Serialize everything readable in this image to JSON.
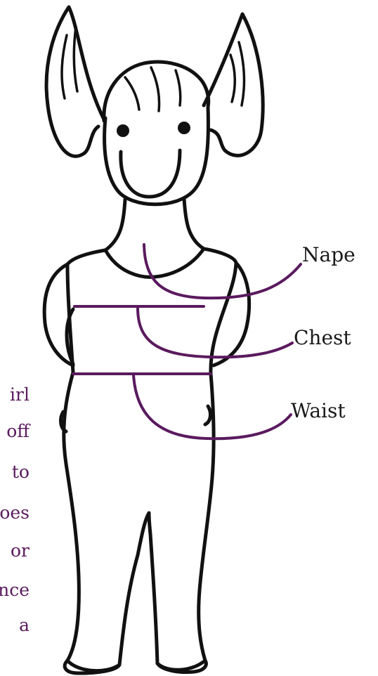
{
  "labels": {
    "nape": "Nape",
    "chest": "Chest",
    "waist": "Waist"
  },
  "side_text_fragments": [
    "irl",
    "off",
    "to",
    "oes",
    "or",
    "nce",
    "a"
  ],
  "colors": {
    "measure_line": "#5a1a5e",
    "outline": "#111111",
    "side_text": "#5a1a5e"
  }
}
